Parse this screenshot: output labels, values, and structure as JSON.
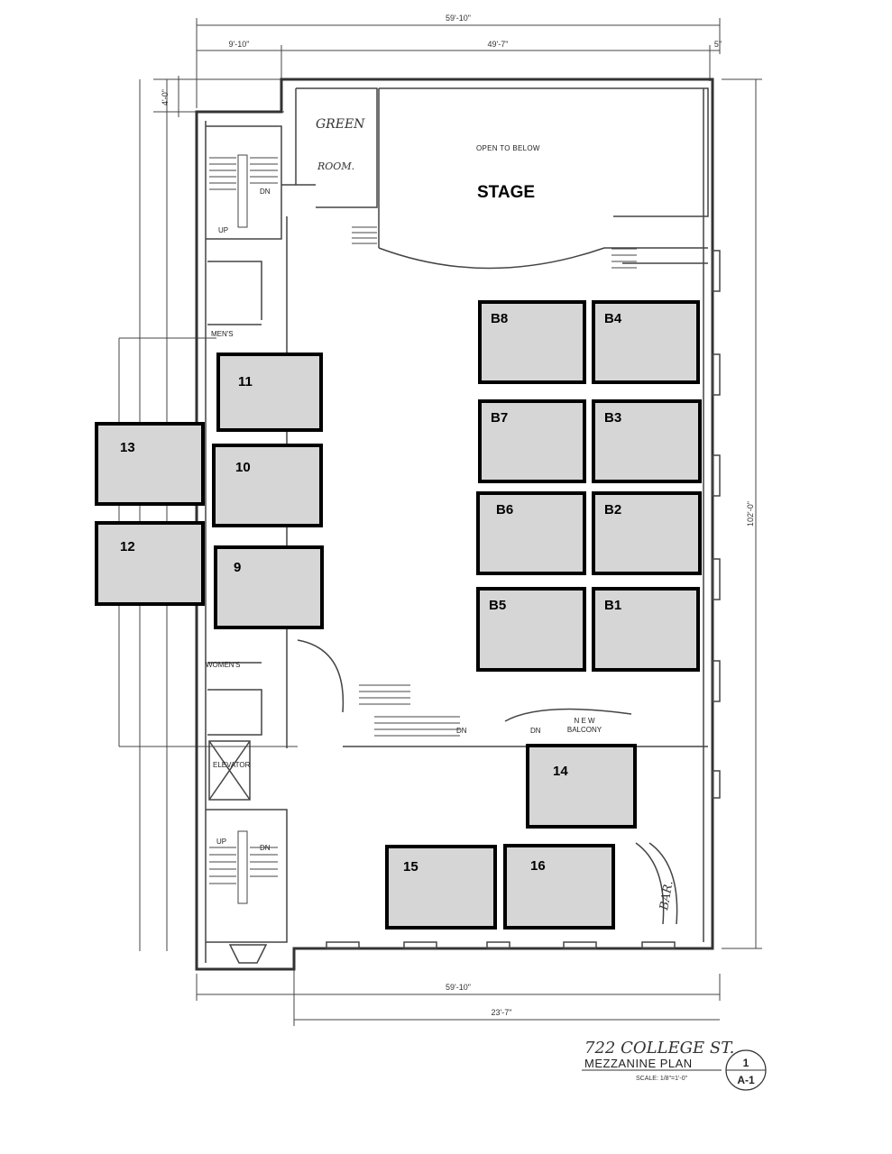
{
  "dimensions": {
    "top_total": "59'-10\"",
    "top_left": "9'-10\"",
    "top_mid": "49'-7\"",
    "top_right": "5\"",
    "left_top": "4'-0\"",
    "right_height": "102'-0\"",
    "bottom_total": "59'-10\"",
    "bottom_partial": "23'-7\""
  },
  "rooms": {
    "greenroom_line1": "GREEN",
    "greenroom_line2": "ROOM.",
    "open_to_below": "OPEN TO BELOW",
    "stage": "STAGE",
    "mens": "MEN'S",
    "womens": "WOMEN'S",
    "elevator": "ELEVATOR",
    "new_balcony_line1": "N E W",
    "new_balcony_line2": "BALCONY",
    "bar": "BAR.",
    "up_top": "UP",
    "dn_top": "DN",
    "up_bottom": "UP",
    "dn_bottom": "DN",
    "dn_stair_1": "DN",
    "dn_stair_2": "DN"
  },
  "booths": [
    {
      "id": "B8",
      "label": "B8"
    },
    {
      "id": "B4",
      "label": "B4"
    },
    {
      "id": "B7",
      "label": "B7"
    },
    {
      "id": "B3",
      "label": "B3"
    },
    {
      "id": "B6",
      "label": "B6"
    },
    {
      "id": "B2",
      "label": "B2"
    },
    {
      "id": "B5",
      "label": "B5"
    },
    {
      "id": "B1",
      "label": "B1"
    },
    {
      "id": "11",
      "label": "11"
    },
    {
      "id": "10",
      "label": "10"
    },
    {
      "id": "9",
      "label": "9"
    },
    {
      "id": "13",
      "label": "13"
    },
    {
      "id": "12",
      "label": "12"
    },
    {
      "id": "14",
      "label": "14"
    },
    {
      "id": "15",
      "label": "15"
    },
    {
      "id": "16",
      "label": "16"
    }
  ],
  "title_block": {
    "address": "722 COLLEGE ST.",
    "plan_name": "MEZZANINE PLAN",
    "scale": "SCALE: 1/8\"=1'-0\"",
    "sheet_num": "1",
    "sheet_id": "A-1"
  },
  "colors": {
    "booth_fill": "#d6d6d6",
    "booth_border": "#000000"
  }
}
